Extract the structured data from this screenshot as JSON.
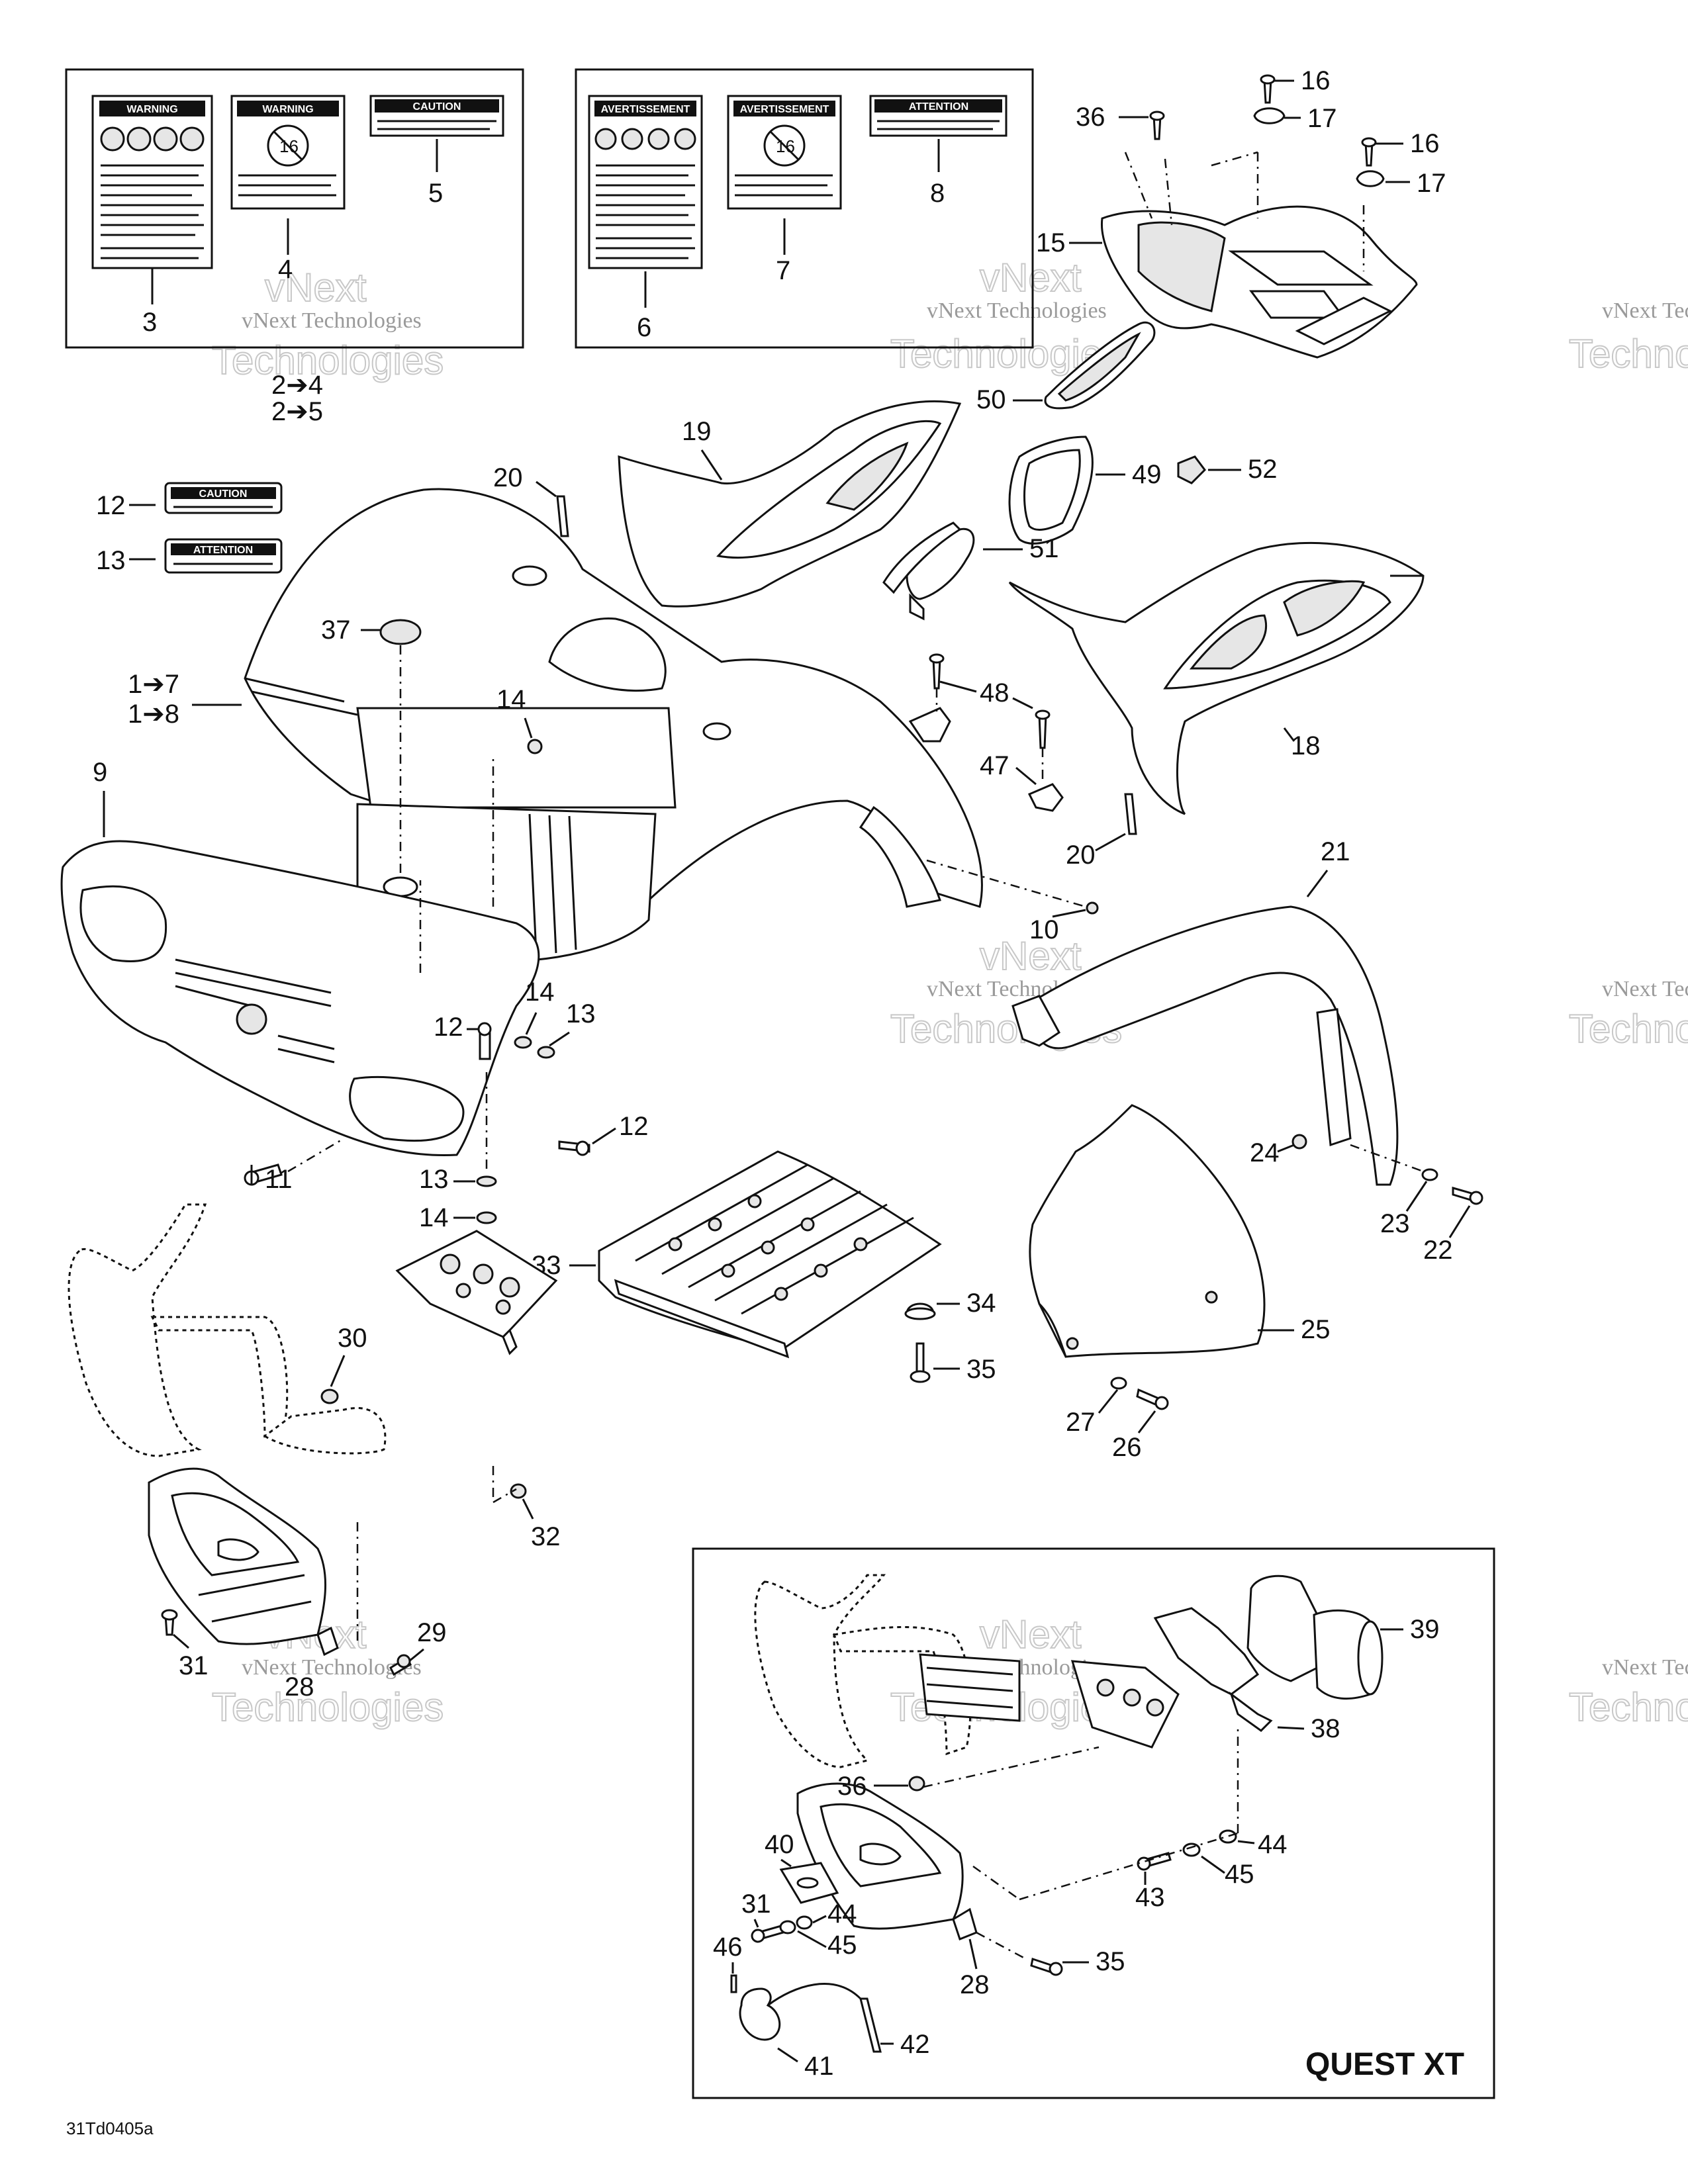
{
  "decals": {
    "warning_title": "WARNING",
    "caution_title": "CAUTION",
    "avertissement_title": "AVERTISSEMENT",
    "attention_title": "ATTENTION",
    "age_16": "16"
  },
  "callouts": {
    "c3": "3",
    "c4": "4",
    "c5": "5",
    "c6": "6",
    "c7": "7",
    "c8": "8",
    "c2_4": "2➔4",
    "c2_5": "2➔5",
    "c12a": "12",
    "c13a": "13",
    "c1_7": "1➔7",
    "c1_8": "1➔8",
    "c9": "9",
    "c37": "37",
    "c14a": "14",
    "c20a": "20",
    "c19": "19",
    "c16a": "16",
    "c17a": "17",
    "c36a": "36",
    "c16b": "16",
    "c17b": "17",
    "c15": "15",
    "c50": "50",
    "c49": "49",
    "c52": "52",
    "c51": "51",
    "c48": "48",
    "c47": "47",
    "c18": "18",
    "c20b": "20",
    "c10": "10",
    "c21": "21",
    "c14b": "14",
    "c13b": "13",
    "c12b": "12",
    "c11": "11",
    "c12c": "12",
    "c13c": "13",
    "c14c": "14",
    "c24": "24",
    "c23": "23",
    "c22": "22",
    "c33": "33",
    "c34": "34",
    "c35a": "35",
    "c25": "25",
    "c27": "27",
    "c26": "26",
    "c30": "30",
    "c32": "32",
    "c31a": "31",
    "c29": "29",
    "c28a": "28",
    "c39": "39",
    "c38": "38",
    "c36b": "36",
    "c44a": "44",
    "c45a": "45",
    "c43": "43",
    "c40": "40",
    "c31b": "31",
    "c44b": "44",
    "c45b": "45",
    "c46": "46",
    "c35b": "35",
    "c28b": "28",
    "c41": "41",
    "c42": "42"
  },
  "inset_title": "QUEST XT",
  "drawing_ref": "31Td0405a",
  "watermark": {
    "line1": "vNext",
    "line2": "vNext Technologies",
    "line3": "Technologies"
  }
}
